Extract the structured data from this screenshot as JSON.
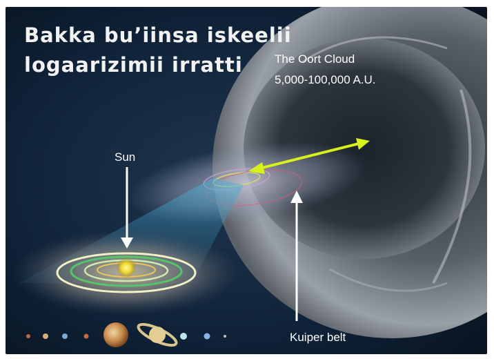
{
  "title": {
    "line1": "Bakka bu’iinsa iskeelii",
    "line2": "logaarizimii irratti"
  },
  "labels": {
    "oort_cloud_name": "The Oort Cloud",
    "oort_cloud_range": "5,000-100,000 A.U.",
    "sun": "Sun",
    "kuiper_belt": "Kuiper belt"
  },
  "colors": {
    "space_background": "#0b1a2e",
    "oort_shell": "#8a8f98",
    "distance_arrow": "#d7f21a",
    "pointer_arrows": "#ffffff",
    "sun": "#f3e44a",
    "orbit_rings": [
      "#f2f0c8",
      "#55c46a",
      "#cfe8b0",
      "#e8c65a"
    ]
  },
  "planets": [
    "mercury",
    "venus",
    "earth",
    "mars",
    "jupiter",
    "saturn",
    "uranus",
    "neptune",
    "pluto"
  ]
}
